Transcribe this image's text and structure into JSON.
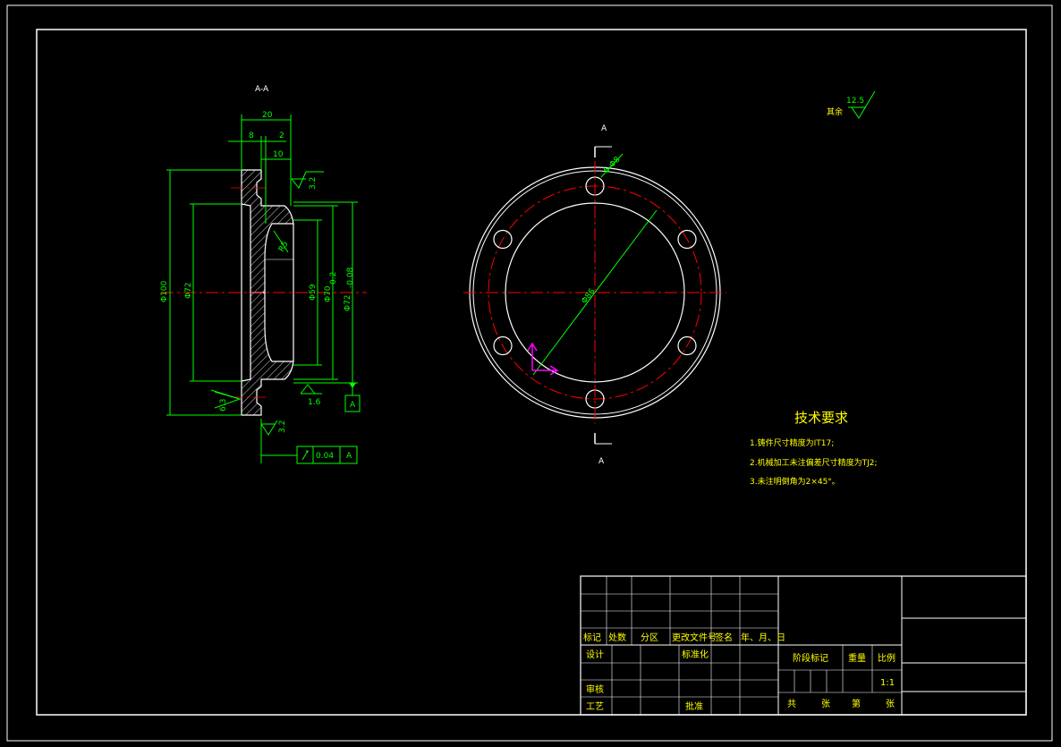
{
  "section_view": {
    "label": "A-A",
    "dim_width": "20",
    "dim_left": "8",
    "dim_right": "2",
    "dim_step": "10",
    "dia_outer": "Φ100",
    "dia_bore_left": "Φ72",
    "dia_inner": "Φ59",
    "dia_70": "Φ70",
    "dia_70_tol": "0.2",
    "dia_72": "Φ72",
    "dia_72_tol": "-0.08",
    "radius": "R5",
    "rough_top": "3.2",
    "rough_bottom": "3.2",
    "rough_left": "6.3",
    "rough_mid": "1.6",
    "datum": "A",
    "gtol_value": "0.04",
    "gtol_datum": "A"
  },
  "front_view": {
    "section_mark_top": "A",
    "section_mark_bottom": "A",
    "holes": "6-Φ8",
    "pcd": "Φ86"
  },
  "roughness_note": {
    "label": "其余",
    "value": "12.5"
  },
  "tech_requirements": {
    "title": "技术要求",
    "items": [
      "1.铸件尺寸精度为IT17;",
      "2.机械加工未注偏差尺寸精度为TJ2;",
      "3.未注明倒角为2×45°。"
    ]
  },
  "title_block": {
    "h_mark": "标记",
    "h_count": "处数",
    "h_zone": "分区",
    "h_doc": "更改文件号",
    "h_sign": "签名",
    "h_date": "年、月、日",
    "design": "设计",
    "standard": "标准化",
    "review": "审核",
    "process": "工艺",
    "approve": "批准",
    "stage": "阶段标记",
    "weight": "重量",
    "scale": "比例",
    "scale_value": "1:1",
    "sheets_total": "共",
    "sheets_unit": "张",
    "sheet_no": "第",
    "sheet_unit2": "张"
  }
}
